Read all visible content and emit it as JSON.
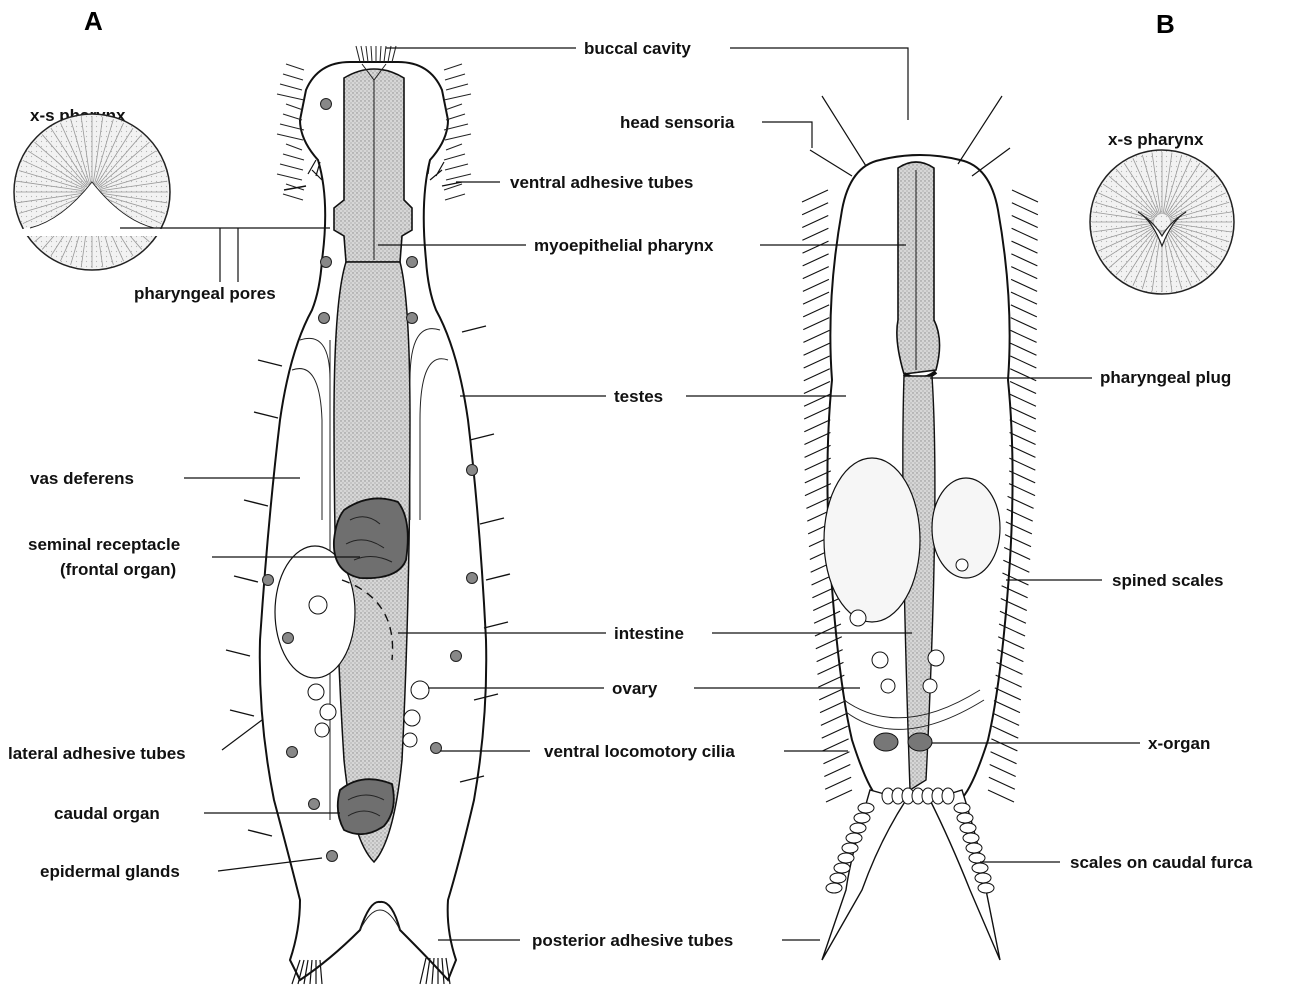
{
  "panels": {
    "a": "A",
    "b": "B"
  },
  "cross_sections": {
    "a": "x-s pharynx",
    "b": "x-s pharynx"
  },
  "labels": {
    "buccal_cavity": "buccal cavity",
    "head_sensoria": "head sensoria",
    "ventral_adhesive_tubes": "ventral adhesive tubes",
    "myoepithelial_pharynx": "myoepithelial pharynx",
    "pharyngeal_pores": "pharyngeal pores",
    "pharyngeal_plug": "pharyngeal plug",
    "testes": "testes",
    "vas_deferens": "vas deferens",
    "seminal_receptacle_1": "seminal receptacle",
    "seminal_receptacle_2": "(frontal organ)",
    "spined_scales": "spined scales",
    "intestine": "intestine",
    "ovary": "ovary",
    "lateral_adhesive_tubes": "lateral adhesive tubes",
    "ventral_locomotory_cilia": "ventral locomotory cilia",
    "x_organ": "x-organ",
    "caudal_organ": "caudal organ",
    "epidermal_glands": "epidermal glands",
    "scales_on_caudal_furca": "scales on caudal furca",
    "posterior_adhesive_tubes": "posterior adhesive tubes"
  }
}
